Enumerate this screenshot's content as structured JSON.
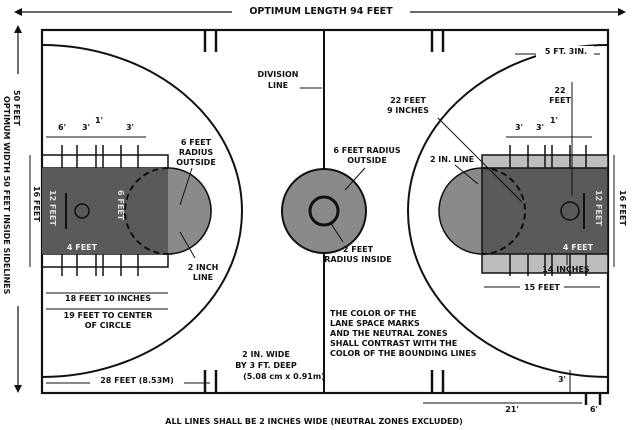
{
  "title": "OPTIMUM LENGTH 94 FEET",
  "side_width_top": "50 FEET",
  "side_width_bottom": "OPTIMUM WIDTH 50 FEET INSIDE SIDELINES",
  "footer": "ALL LINES SHALL BE 2 INCHES WIDE (NEUTRAL ZONES EXCLUDED)",
  "labels": {
    "division_line_1": "DIVISION",
    "division_line_2": "LINE",
    "circle_radius_outside_1": "6 FEET RADIUS",
    "circle_radius_outside_2": "OUTSIDE",
    "circle_radius_inside_1": "2 FEET",
    "circle_radius_inside_2": "RADIUS INSIDE",
    "left_ft_radius_1": "6 FEET",
    "left_ft_radius_2": "RADIUS",
    "left_ft_radius_3": "OUTSIDE",
    "left_2inch_line_1": "2 INCH",
    "left_2inch_line_2": "LINE",
    "left_lane_width": "16 FEET",
    "left_lane_12ft": "12 FEET",
    "left_lane_6ft": "6 FEET",
    "left_lane_4ft": "4 FEET",
    "left_18ft": "18 FEET 10 INCHES",
    "left_19ft_1": "19 FEET TO CENTER",
    "left_19ft_2": "OF CIRCLE",
    "left_6": "6'",
    "left_3a": "3'",
    "left_1": "1'",
    "left_3b": "3'",
    "left_28ft": "28 FEET (8.53M)",
    "bench_1": "2 IN. WIDE",
    "bench_2": "BY 3 FT. DEEP",
    "bench_3": "(5.08 cm x 0.91m)",
    "contrast_1": "THE COLOR OF THE",
    "contrast_2": "LANE SPACE MARKS",
    "contrast_3": "AND THE NEUTRAL ZONES",
    "contrast_4": "SHALL CONTRAST WITH THE",
    "contrast_5": "COLOR OF THE BOUNDING LINES",
    "right_5ft3in": "5 FT. 3IN.",
    "right_22ft_1": "22",
    "right_22ft_2": "FEET",
    "right_22ft9_1": "22 FEET",
    "right_22ft9_2": "9 INCHES",
    "right_2in_line": "2 IN. LINE",
    "right_3a": "3'",
    "right_3b": "3'",
    "right_1": "1'",
    "right_lane_width": "16 FEET",
    "right_lane_12ft": "12 FEET",
    "right_lane_4ft": "4 FEET",
    "right_14in": "14 INCHES",
    "right_15ft": "15 FEET",
    "right_3": "3'",
    "right_21": "21'",
    "right_6": "6'"
  },
  "colors": {
    "line": "#111111",
    "lane_fill": "#5a5a5a",
    "circle_fill": "#8a8a8a",
    "neutral_zone": "#bdbdbd"
  }
}
